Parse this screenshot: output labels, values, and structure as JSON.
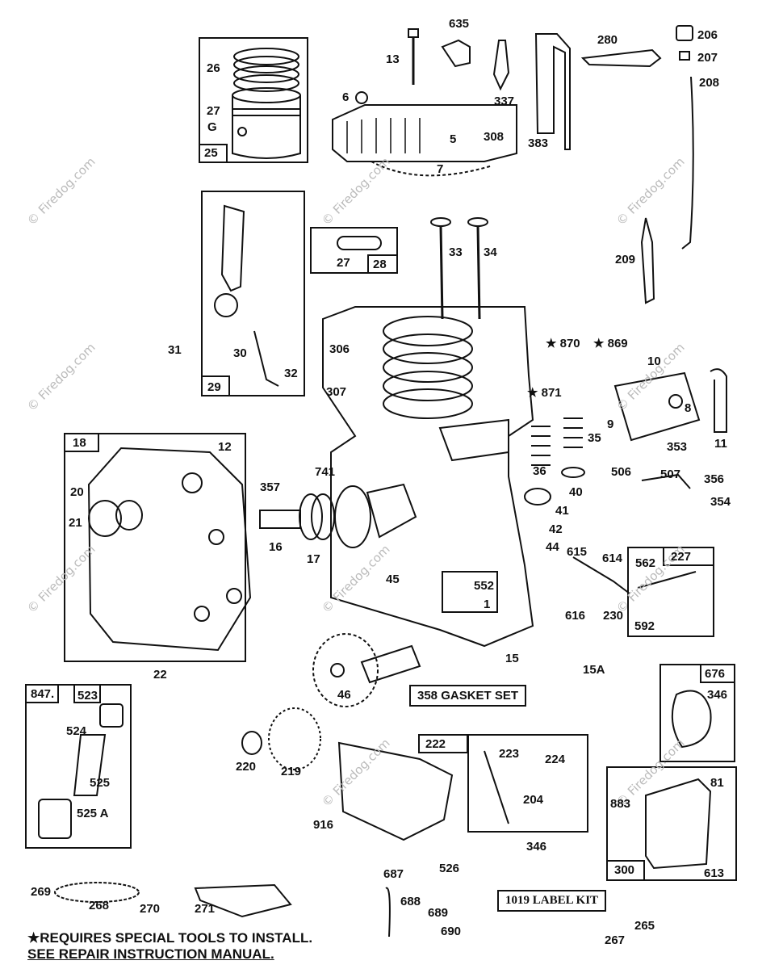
{
  "watermark": "© Firedog.com",
  "part_labels": [
    {
      "id": "l-13",
      "text": "13"
    },
    {
      "id": "l-635",
      "text": "635"
    },
    {
      "id": "l-337",
      "text": "337"
    },
    {
      "id": "l-6",
      "text": "6"
    },
    {
      "id": "l-5",
      "text": "5"
    },
    {
      "id": "l-308",
      "text": "308"
    },
    {
      "id": "l-7",
      "text": "7"
    },
    {
      "id": "l-383",
      "text": "383"
    },
    {
      "id": "l-280",
      "text": "280"
    },
    {
      "id": "l-206",
      "text": "206"
    },
    {
      "id": "l-207",
      "text": "207"
    },
    {
      "id": "l-208",
      "text": "208"
    },
    {
      "id": "l-26",
      "text": "26"
    },
    {
      "id": "l-27a",
      "text": "27"
    },
    {
      "id": "l-g1",
      "text": "G"
    },
    {
      "id": "l-25",
      "text": "25"
    },
    {
      "id": "l-27b",
      "text": "27"
    },
    {
      "id": "l-28",
      "text": "28"
    },
    {
      "id": "l-33",
      "text": "33"
    },
    {
      "id": "l-34",
      "text": "34"
    },
    {
      "id": "l-209",
      "text": "209"
    },
    {
      "id": "l-31",
      "text": "31"
    },
    {
      "id": "l-30",
      "text": "30"
    },
    {
      "id": "l-32",
      "text": "32"
    },
    {
      "id": "l-29",
      "text": "29"
    },
    {
      "id": "l-306",
      "text": "306"
    },
    {
      "id": "l-307",
      "text": "307"
    },
    {
      "id": "l-870",
      "text": "★ 870"
    },
    {
      "id": "l-869",
      "text": "★ 869"
    },
    {
      "id": "l-871",
      "text": "★ 871"
    },
    {
      "id": "l-10",
      "text": "10"
    },
    {
      "id": "l-8",
      "text": "8"
    },
    {
      "id": "l-9",
      "text": "9"
    },
    {
      "id": "l-11",
      "text": "11"
    },
    {
      "id": "l-18",
      "text": "18"
    },
    {
      "id": "l-12",
      "text": "12"
    },
    {
      "id": "l-20",
      "text": "20"
    },
    {
      "id": "l-21",
      "text": "21"
    },
    {
      "id": "l-357",
      "text": "357"
    },
    {
      "id": "l-741",
      "text": "741"
    },
    {
      "id": "l-16",
      "text": "16"
    },
    {
      "id": "l-17",
      "text": "17"
    },
    {
      "id": "l-35",
      "text": "35"
    },
    {
      "id": "l-36",
      "text": "36"
    },
    {
      "id": "l-40",
      "text": "40"
    },
    {
      "id": "l-41",
      "text": "41"
    },
    {
      "id": "l-42",
      "text": "42"
    },
    {
      "id": "l-44",
      "text": "44"
    },
    {
      "id": "l-353",
      "text": "353"
    },
    {
      "id": "l-506",
      "text": "506"
    },
    {
      "id": "l-507",
      "text": "507"
    },
    {
      "id": "l-356",
      "text": "356"
    },
    {
      "id": "l-354",
      "text": "354"
    },
    {
      "id": "l-615",
      "text": "615"
    },
    {
      "id": "l-614",
      "text": "614"
    },
    {
      "id": "l-562",
      "text": "562"
    },
    {
      "id": "l-227",
      "text": "227"
    },
    {
      "id": "l-45",
      "text": "45"
    },
    {
      "id": "l-552",
      "text": "552"
    },
    {
      "id": "l-1",
      "text": "1"
    },
    {
      "id": "l-616",
      "text": "616"
    },
    {
      "id": "l-230",
      "text": "230"
    },
    {
      "id": "l-592",
      "text": "592"
    },
    {
      "id": "l-22",
      "text": "22"
    },
    {
      "id": "l-15",
      "text": "15"
    },
    {
      "id": "l-15a",
      "text": "15A"
    },
    {
      "id": "l-46",
      "text": "46"
    },
    {
      "id": "l-676",
      "text": "676"
    },
    {
      "id": "l-346a",
      "text": "346"
    },
    {
      "id": "l-847",
      "text": "847."
    },
    {
      "id": "l-523",
      "text": "523"
    },
    {
      "id": "l-524",
      "text": "524"
    },
    {
      "id": "l-525",
      "text": "525"
    },
    {
      "id": "l-525a",
      "text": "525 A"
    },
    {
      "id": "l-220",
      "text": "220"
    },
    {
      "id": "l-219",
      "text": "219"
    },
    {
      "id": "l-222",
      "text": "222"
    },
    {
      "id": "l-223",
      "text": "223"
    },
    {
      "id": "l-224",
      "text": "224"
    },
    {
      "id": "l-204",
      "text": "204"
    },
    {
      "id": "l-916",
      "text": "916"
    },
    {
      "id": "l-346b",
      "text": "346"
    },
    {
      "id": "l-526",
      "text": "526"
    },
    {
      "id": "l-81",
      "text": "81"
    },
    {
      "id": "l-883",
      "text": "883"
    },
    {
      "id": "l-300",
      "text": "300"
    },
    {
      "id": "l-613",
      "text": "613"
    },
    {
      "id": "l-269",
      "text": "269"
    },
    {
      "id": "l-268",
      "text": "268"
    },
    {
      "id": "l-270",
      "text": "270"
    },
    {
      "id": "l-271",
      "text": "271"
    },
    {
      "id": "l-687",
      "text": "687"
    },
    {
      "id": "l-688",
      "text": "688"
    },
    {
      "id": "l-689",
      "text": "689"
    },
    {
      "id": "l-690",
      "text": "690"
    },
    {
      "id": "l-265",
      "text": "265"
    },
    {
      "id": "l-267",
      "text": "267"
    }
  ],
  "kits": {
    "gasket_set": "358  GASKET SET",
    "label_kit": "1019 LABEL KIT"
  },
  "footnote": {
    "line1": "★REQUIRES SPECIAL TOOLS TO INSTALL.",
    "line2": "SEE REPAIR INSTRUCTION MANUAL."
  }
}
